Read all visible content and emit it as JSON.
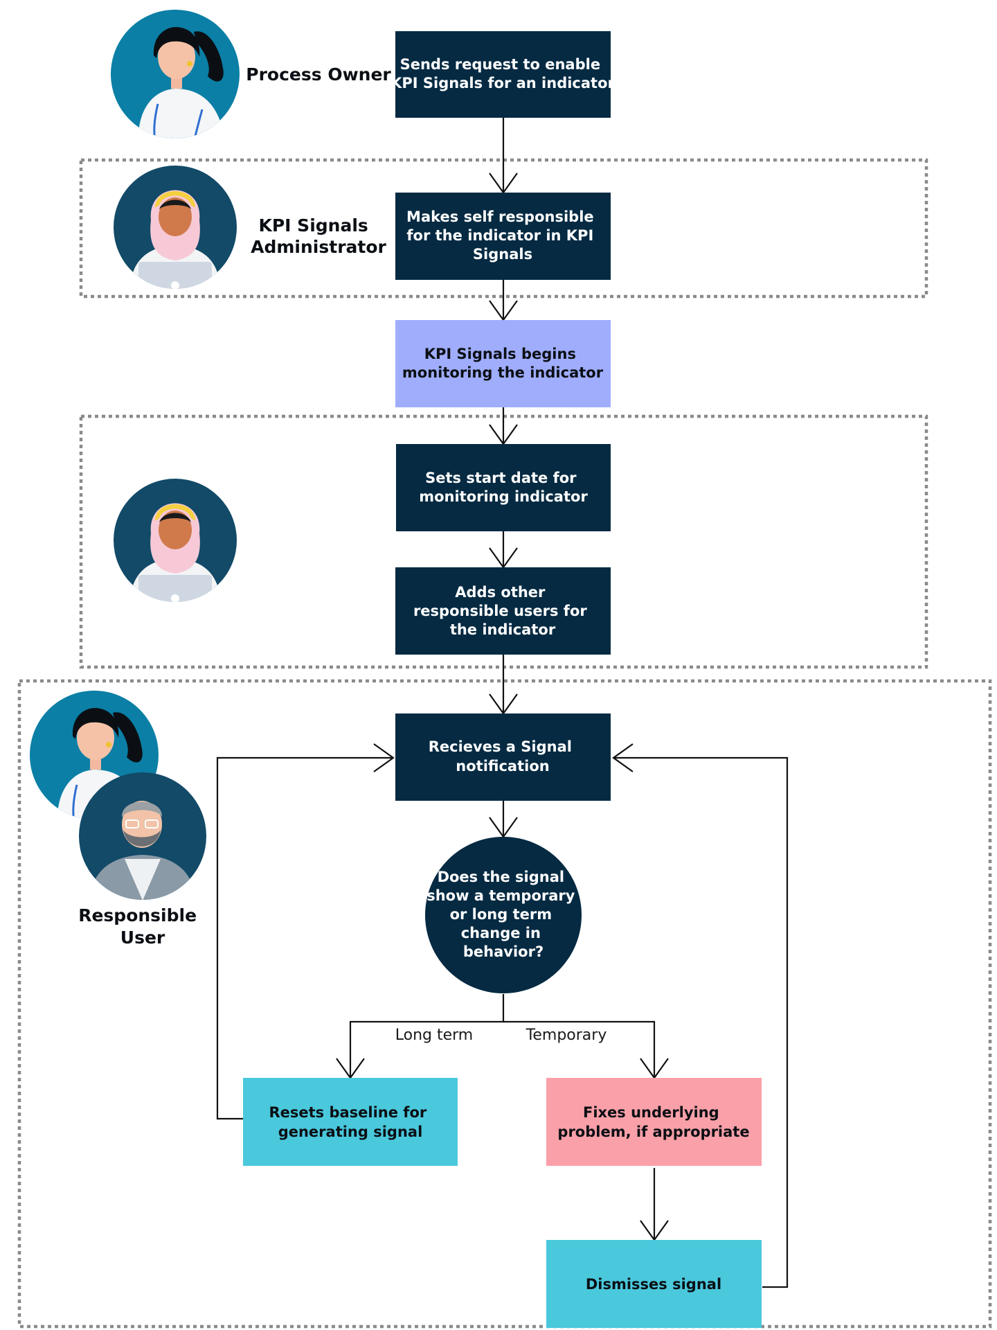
{
  "colors": {
    "dark_box": "#052a42",
    "monitor_box": "#9fadfc",
    "cyan_box": "#4ac8dc",
    "pink_box": "#f9a0a8",
    "dotted_border": "#8a8a8a",
    "line": "#111111"
  },
  "actors": {
    "process_owner": "Process Owner",
    "admin_line1": "KPI Signals",
    "admin_line2": "Administrator",
    "responsible_line1": "Responsible",
    "responsible_line2": "User"
  },
  "nodes": {
    "request": [
      "Sends request to enable",
      "KPI Signals for an indicator"
    ],
    "self_responsible": [
      "Makes self responsible",
      "for the indicator in KPI",
      "Signals"
    ],
    "monitoring": [
      "KPI Signals begins",
      "monitoring the indicator"
    ],
    "start_date": [
      "Sets start date for",
      "monitoring indicator"
    ],
    "add_users": [
      "Adds other",
      "responsible users for",
      "the indicator"
    ],
    "receive": [
      "Recieves a Signal",
      "notification"
    ],
    "decision": [
      "Does the signal",
      "show a temporary",
      "or long term",
      "change in",
      "behavior?"
    ],
    "reset": [
      "Resets baseline for",
      "generating signal"
    ],
    "fix": [
      "Fixes underlying",
      "problem, if appropriate"
    ],
    "dismiss": [
      "Dismisses signal"
    ]
  },
  "edges": {
    "long_term": "Long term",
    "temporary": "Temporary"
  }
}
